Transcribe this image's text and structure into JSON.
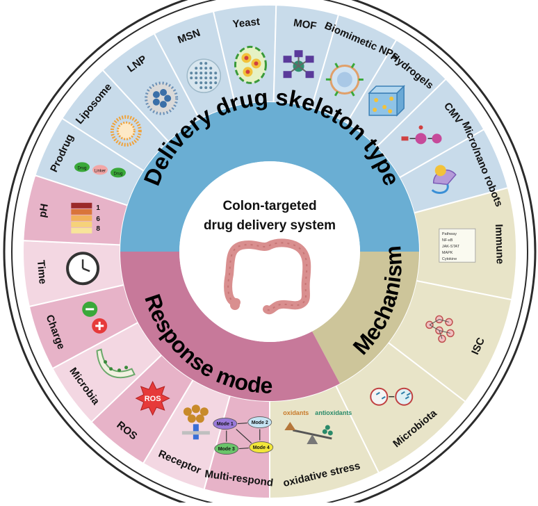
{
  "center": {
    "line1": "Colon-targeted",
    "line2": "drug delivery system",
    "icon": "colon-icon"
  },
  "categories": {
    "delivery": "Delivery drug skeleton type",
    "response": "Response mode",
    "mechanism": "Mechanism"
  },
  "colors": {
    "delivery_band": "#6aaed3",
    "delivery_segment": "#c8dbea",
    "response_band": "#c7799a",
    "response_segment_a": "#e7b3c8",
    "response_segment_b": "#f3d7e2",
    "mechanism_band": "#cdc59a",
    "mechanism_segment": "#e8e4c8",
    "outer_ring": "#ffffff",
    "ring_stroke": "#2b2b2b",
    "colon": "#d98f8f"
  },
  "delivery_items": [
    {
      "label": "Prodrug",
      "icon": "prodrug-chain-icon"
    },
    {
      "label": "Liposome",
      "icon": "liposome-icon"
    },
    {
      "label": "LNP",
      "icon": "lipid-nanoparticle-icon"
    },
    {
      "label": "MSN",
      "icon": "mesoporous-silica-icon"
    },
    {
      "label": "Yeast",
      "icon": "yeast-cell-icon"
    },
    {
      "label": "MOF",
      "icon": "metal-organic-framework-icon"
    },
    {
      "label": "Biomimetic NPs",
      "icon": "biomimetic-np-icon"
    },
    {
      "label": "Hydrogels",
      "icon": "hydrogel-cube-icon"
    },
    {
      "label": "CMV",
      "icon": "cell-membrane-vesicle-icon"
    },
    {
      "label": "Micro/nano robots",
      "icon": "nanorobot-icon"
    }
  ],
  "mechanism_items": [
    {
      "label": "Immune",
      "icon": "immune-pathway-icon"
    },
    {
      "label": "ISC",
      "icon": "stem-cell-icon"
    },
    {
      "label": "Microbiota",
      "icon": "microbiota-petri-icon"
    },
    {
      "label": "oxidative stress",
      "icon": "balance-scale-icon"
    }
  ],
  "response_items": [
    {
      "label": "Multi-respond",
      "icon": "multi-mode-icon"
    },
    {
      "label": "Receptor",
      "icon": "receptor-icon"
    },
    {
      "label": "ROS",
      "icon": "ros-burst-icon"
    },
    {
      "label": "Microbia",
      "icon": "microbe-icon"
    },
    {
      "label": "Charge",
      "icon": "charge-icon"
    },
    {
      "label": "Time",
      "icon": "clock-icon"
    },
    {
      "label": "pH",
      "icon": "ph-scale-icon"
    }
  ],
  "icon_text": {
    "ph_values": [
      "1",
      "6",
      "8"
    ],
    "prodrug_parts": [
      "Drug",
      "Linker",
      "Drug"
    ],
    "ros": "ROS",
    "modes": [
      "Mode 1",
      "Mode 2",
      "Mode 3",
      "Mode 4"
    ],
    "oxidants": "oxidants",
    "antioxidants": "antioxidants",
    "immune_lines": [
      "Pathway",
      "NF-κB",
      "JAK-STAT",
      "MAPK",
      "Cytokine"
    ]
  }
}
